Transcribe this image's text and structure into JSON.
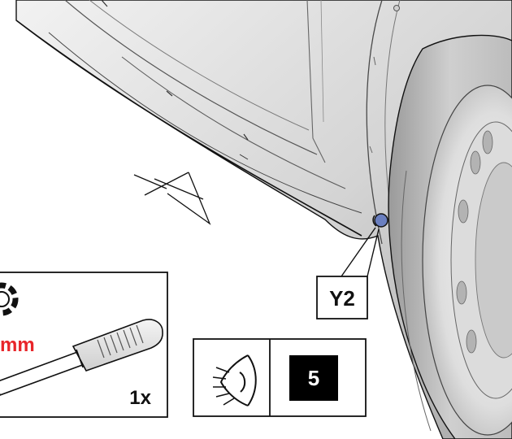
{
  "callout": {
    "label": "Y2"
  },
  "tool_panel": {
    "size_text": "mm",
    "quantity_text": "1x"
  },
  "step_panel": {
    "step_number": "5",
    "view_icon": "eye-view-icon",
    "tool_icon": "screwdriver-icon",
    "torx_icon": "torx-bit-icon"
  },
  "colors": {
    "size_text": "#e8252a",
    "line": "#111111",
    "badge_bg": "#000000",
    "badge_fg": "#ffffff",
    "marker_fill": "#6a7fc0"
  }
}
